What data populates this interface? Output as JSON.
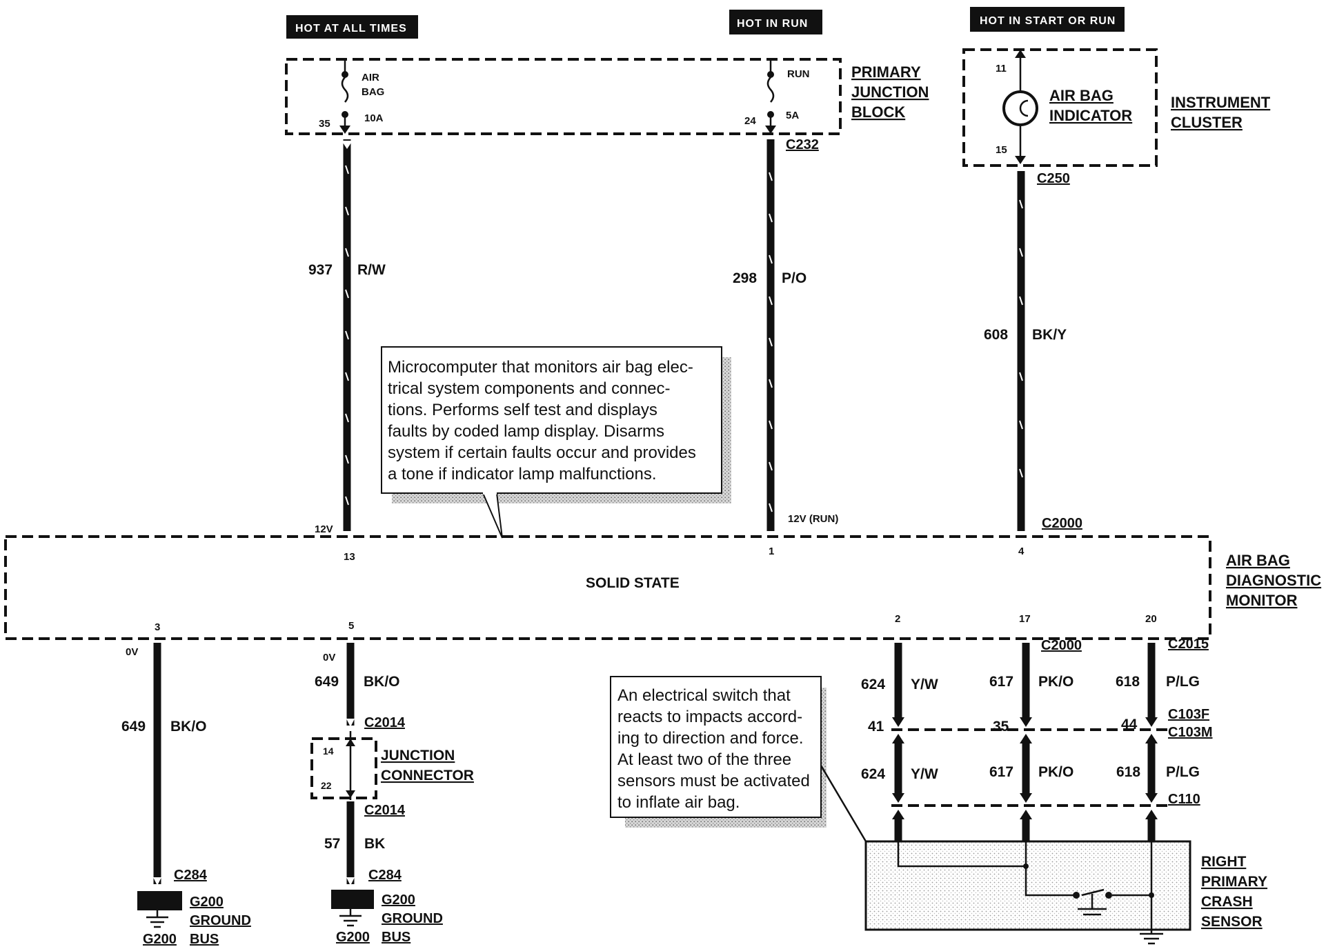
{
  "headers": {
    "hot_at_all_times": "HOT AT ALL TIMES",
    "hot_in_run": "HOT IN RUN",
    "hot_in_start_or_run": "HOT IN START OR RUN"
  },
  "primary_junction_block": {
    "label_lines": [
      "PRIMARY",
      "JUNCTION",
      "BLOCK"
    ],
    "fuse_air_bag": {
      "name_lines": [
        "AIR",
        "BAG"
      ],
      "rating": "10A",
      "pin": "35"
    },
    "fuse_run": {
      "name": "RUN",
      "rating": "5A",
      "pin": "24"
    },
    "connector": "C232"
  },
  "instrument_cluster": {
    "label_lines": [
      "INSTRUMENT",
      "CLUSTER"
    ],
    "indicator_lines": [
      "AIR BAG",
      "INDICATOR"
    ],
    "pin_top": "11",
    "pin_bottom": "15",
    "connector": "C250"
  },
  "wires_top": {
    "w937": {
      "number": "937",
      "color": "R/W",
      "voltage": "12V"
    },
    "w298": {
      "number": "298",
      "color": "P/O",
      "voltage": "12V (RUN)"
    },
    "w608": {
      "number": "608",
      "color": "BK/Y",
      "connector": "C2000"
    }
  },
  "microcomputer_note": [
    "Microcomputer that monitors air bag elec-",
    "trical system components and connec-",
    "tions.  Performs self test and displays",
    "faults by coded lamp display.  Disarms",
    "system if certain faults occur and provides",
    "a tone if indicator lamp malfunctions."
  ],
  "diagnostic_monitor": {
    "label_lines": [
      "AIR BAG",
      "DIAGNOSTIC",
      "MONITOR"
    ],
    "center_text": "SOLID STATE",
    "pins_top": [
      "13",
      "1",
      "4"
    ],
    "pins_bottom": [
      "3",
      "5",
      "2",
      "17",
      "20"
    ]
  },
  "ground_left": {
    "voltage": "0V",
    "wire_number": "649",
    "wire_color": "BK/O",
    "connector": "C284",
    "ground": "G200",
    "ground_lines": [
      "GROUND",
      "BUS"
    ]
  },
  "ground_mid": {
    "voltage": "0V",
    "wire_number": "649",
    "wire_color": "BK/O",
    "connector_top": "C2014",
    "junction_lines": [
      "JUNCTION",
      "CONNECTOR"
    ],
    "junction_pin_top": "14",
    "junction_pin_bottom": "22",
    "connector_bottom": "C2014",
    "wire2_number": "57",
    "wire2_color": "BK",
    "connector": "C284",
    "ground": "G200",
    "ground_lines": [
      "GROUND",
      "BUS"
    ]
  },
  "sensor_note": [
    "An electrical switch that",
    "reacts to impacts accord-",
    "ing to direction and force.",
    "At least two of the three",
    "sensors must be activated",
    "to inflate air bag."
  ],
  "sensor_wires": {
    "c2000": "C2000",
    "c2015": "C2015",
    "c103f": "C103F",
    "c103m": "C103M",
    "c110": "C110",
    "w624": {
      "number": "624",
      "color": "Y/W"
    },
    "w617": {
      "number": "617",
      "color": "PK/O"
    },
    "w618": {
      "number": "618",
      "color": "P/LG"
    },
    "pin41": "41",
    "pin35": "35",
    "pin44": "44"
  },
  "crash_sensor": {
    "label_lines": [
      "RIGHT",
      "PRIMARY",
      "CRASH",
      "SENSOR"
    ]
  }
}
